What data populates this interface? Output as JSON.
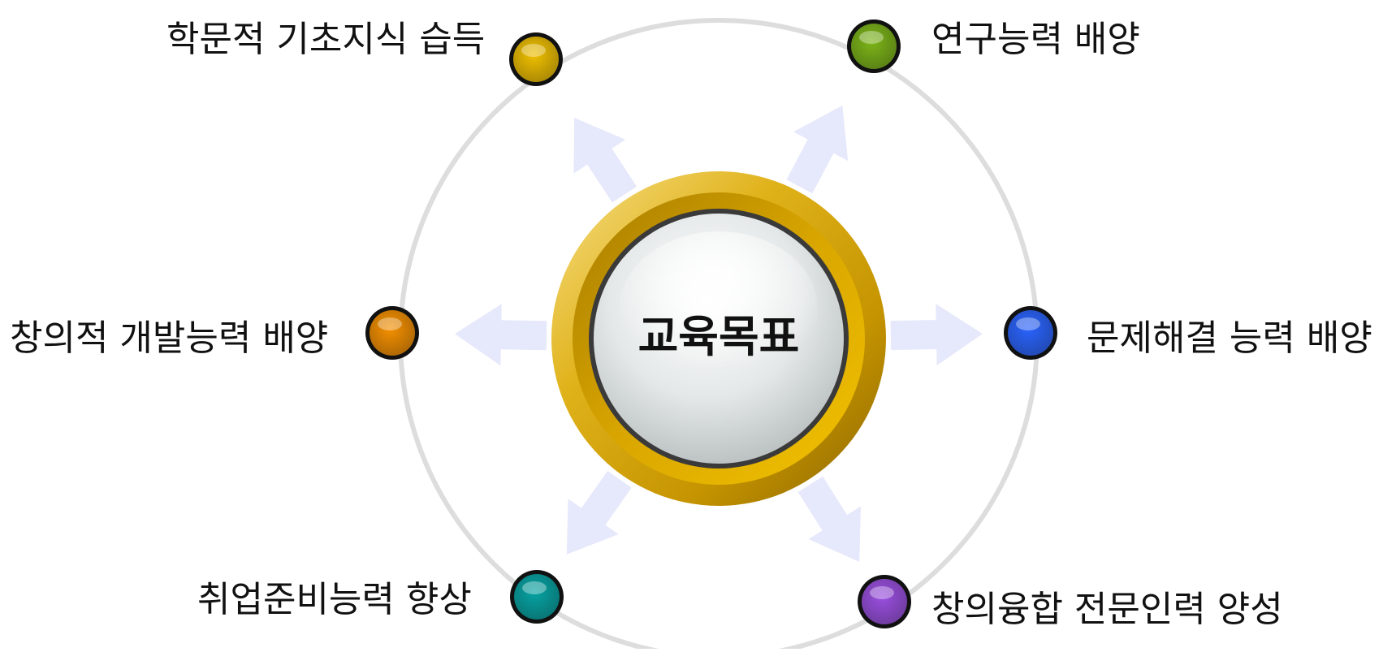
{
  "center": {
    "title": "교육목표"
  },
  "goals": [
    {
      "label": "학문적 기초지식 습득",
      "color": "#f0c000"
    },
    {
      "label": "연구능력 배양",
      "color": "#7cb518"
    },
    {
      "label": "문제해결 능력 배양",
      "color": "#2a64ff"
    },
    {
      "label": "창의융합 전문인력 양성",
      "color": "#9a4fe0"
    },
    {
      "label": "취업준비능력 향상",
      "color": "#06a3a3"
    },
    {
      "label": "창의적 개발능력 배양",
      "color": "#f59000"
    }
  ],
  "colors": {
    "ring": "#dddddd",
    "arrow": "#e6e8fb",
    "gold": "#d9a600",
    "node_outline": "#111111"
  }
}
